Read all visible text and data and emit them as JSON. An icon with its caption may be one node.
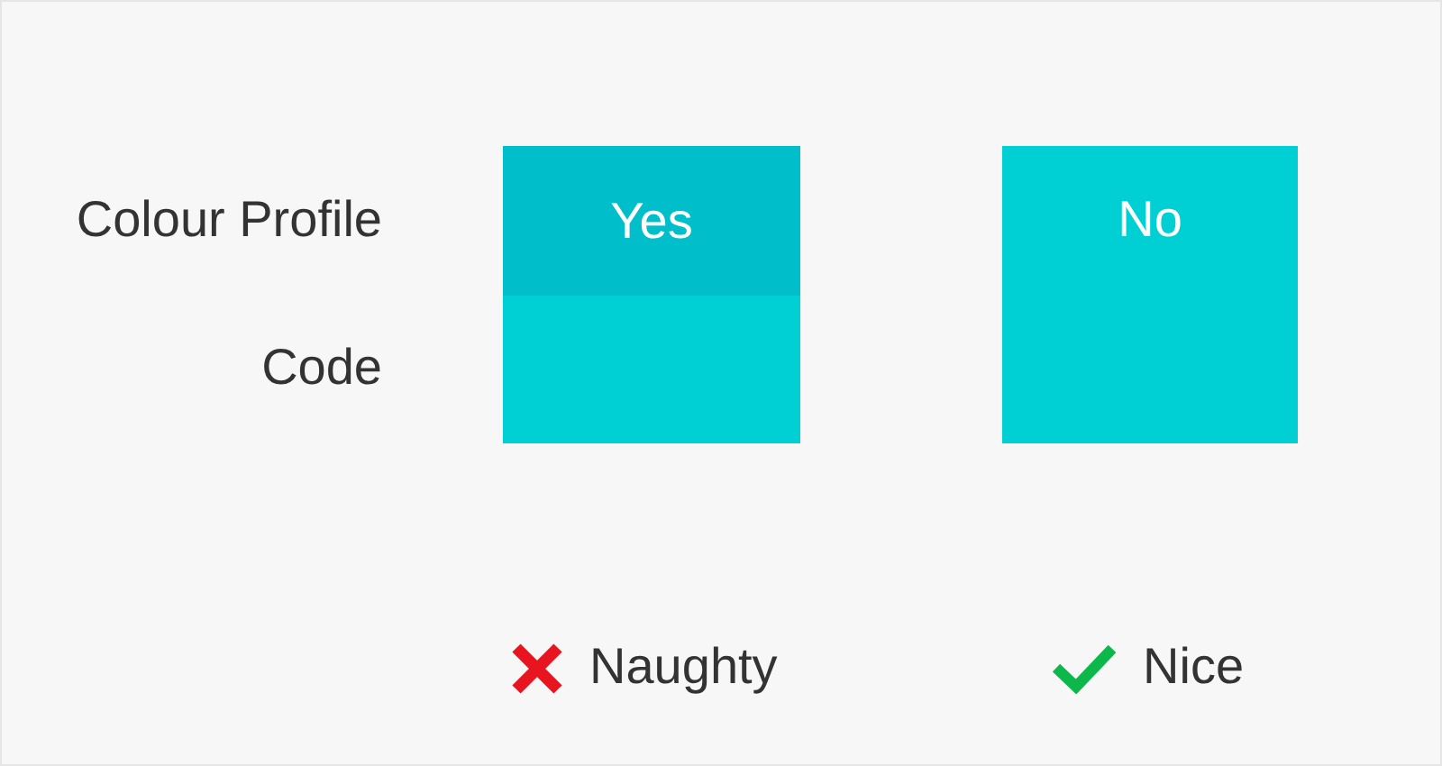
{
  "diagram": {
    "nodes": [
      {
        "text": [
          "Yes"
        ]
      },
      {
        "text": [],
        "shape": "box"
      },
      {
        "text": [
          "No"
        ]
      }
    ],
    "labels": [
      "Colour Profile",
      "Code",
      "Naughty",
      "Nice"
    ]
  }
}
